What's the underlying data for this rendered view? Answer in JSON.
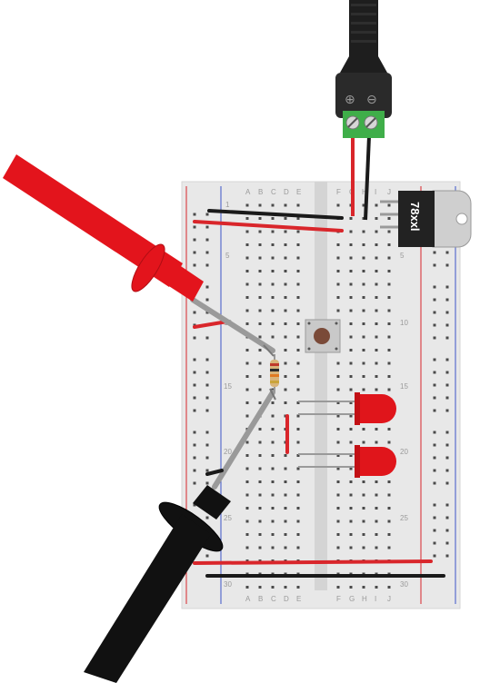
{
  "breadboard": {
    "column_letters_left": [
      "A",
      "B",
      "C",
      "D",
      "E"
    ],
    "column_letters_right": [
      "F",
      "G",
      "H",
      "I",
      "J"
    ],
    "row_numbers": [
      "1",
      "5",
      "10",
      "15",
      "20",
      "25",
      "30"
    ]
  },
  "regulator": {
    "label": "78xxl"
  },
  "power_jack": {
    "terminal_plus": "⊕",
    "terminal_minus": "⊖"
  },
  "colors": {
    "red_wire": "#d9262b",
    "black_wire": "#1a1a1a",
    "board": "#e9e9e9",
    "led": "#e0151b",
    "terminal_block": "#3fae49"
  }
}
